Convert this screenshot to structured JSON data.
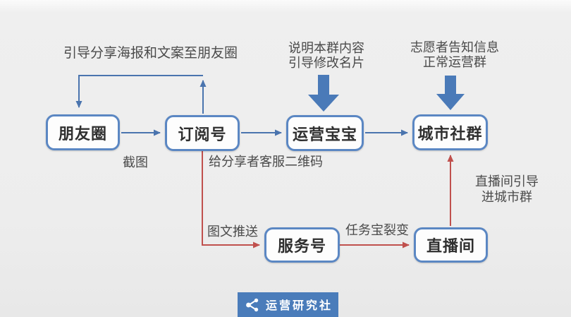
{
  "colors": {
    "box_border": "#5b87c3",
    "blue_line": "#4a74ae",
    "red_line": "#c0504d",
    "thick_arrow": "#4a7ab8",
    "label_text": "#4a4a4a",
    "logo_bg": "#4a7cba"
  },
  "nodes": {
    "moments": "朋友圈",
    "subscription": "订阅号",
    "operation_baby": "运营宝宝",
    "city_community": "城市社群",
    "service_account": "服务号",
    "live_room": "直播间"
  },
  "labels": {
    "share_poster": "引导分享海报和文案至朋友圈",
    "explain_group_line1": "说明本群内容",
    "explain_group_line2": "引导修改名片",
    "volunteer_line1": "志愿者告知信息",
    "volunteer_line2": "正常运营群",
    "screenshot": "截图",
    "qr_code": "给分享者客服二维码",
    "article_push": "图文推送",
    "task_fission": "任务宝裂变",
    "live_guide_line1": "直播间引导",
    "live_guide_line2": "进城市群"
  },
  "footer": {
    "brand": "运营研究社",
    "logo_icon": "share-icon"
  }
}
